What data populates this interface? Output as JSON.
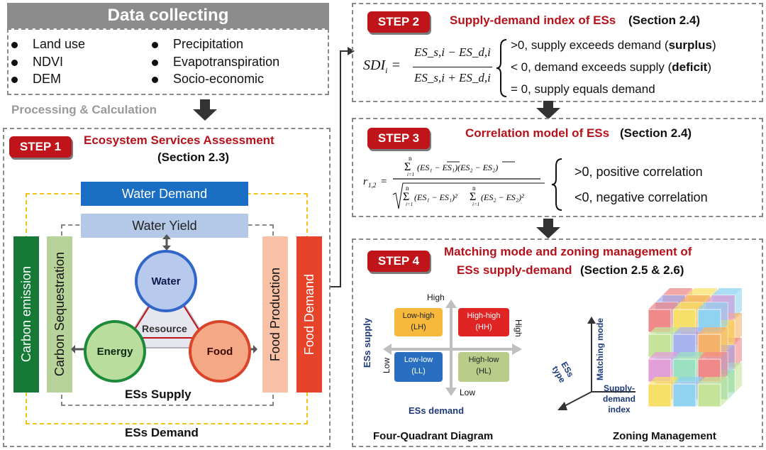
{
  "data_collecting": {
    "title": "Data collecting",
    "items_left": [
      "Land use",
      "NDVI",
      "DEM"
    ],
    "items_right": [
      "Precipitation",
      "Evapotranspiration",
      "Socio-economic"
    ]
  },
  "processing_label": "Processing & Calculation",
  "step1": {
    "badge": "STEP 1",
    "title": "Ecosystem Services Assessment",
    "section": "(Section 2.3)",
    "water_demand": "Water Demand",
    "water_yield": "Water Yield",
    "carbon_emission": "Carbon emission",
    "carbon_sequestration": "Carbon Sequestration",
    "food_production": "Food Production",
    "food_demand": "Food Demand",
    "water": "Water",
    "energy": "Energy",
    "food": "Food",
    "resource": "Resource",
    "supply_label": "ESs Supply",
    "demand_label": "ESs Demand"
  },
  "step2": {
    "badge": "STEP 2",
    "title": "Supply-demand index of ESs",
    "section": "(Section 2.4)",
    "formula_lhs": "SDI",
    "formula_sub": "i",
    "numerator": "ES_s,i − ES_d,i",
    "denominator": "ES_s,i + ES_d,i",
    "cond1_pre": ">0, supply exceeds demand (",
    "cond1_bold": "surplus",
    "cond1_post": ")",
    "cond2_pre": "< 0, demand exceeds supply (",
    "cond2_bold": "deficit",
    "cond2_post": ")",
    "cond3": "= 0, supply equals demand"
  },
  "step3": {
    "badge": "STEP 3",
    "title": "Correlation model of ESs",
    "section": "(Section 2.4)",
    "formula_lhs": "r",
    "formula_sub": "1,2",
    "cond1": ">0, positive correlation",
    "cond2": "<0, negative correlation"
  },
  "step4": {
    "badge": "STEP 4",
    "title_line1": "Matching mode and zoning management of",
    "title_line2": "ESs supply-demand",
    "section": "(Section 2.5 & 2.6)",
    "axis_high_top": "High",
    "axis_high_right": "High",
    "axis_low_left": "Low",
    "axis_low_bottom": "Low",
    "y_axis_label": "ESs supply",
    "x_axis_label": "ESs demand",
    "quadrants": [
      {
        "line1": "Low-high",
        "line2": "(LH)",
        "color": "#f6b93b"
      },
      {
        "line1": "High-high",
        "line2": "(HH)",
        "color": "#e02424"
      },
      {
        "line1": "Low-low",
        "line2": "(LL)",
        "color": "#2a6fbf"
      },
      {
        "line1": "High-low",
        "line2": "(HL)",
        "color": "#b9cc8a"
      }
    ],
    "four_quadrant_caption": "Four-Quadrant Diagram",
    "matching_mode": "Matching mode",
    "ess_type": "ESs type",
    "supply_demand_index": "Supply-demand index",
    "zoning_caption": "Zoning Management"
  }
}
